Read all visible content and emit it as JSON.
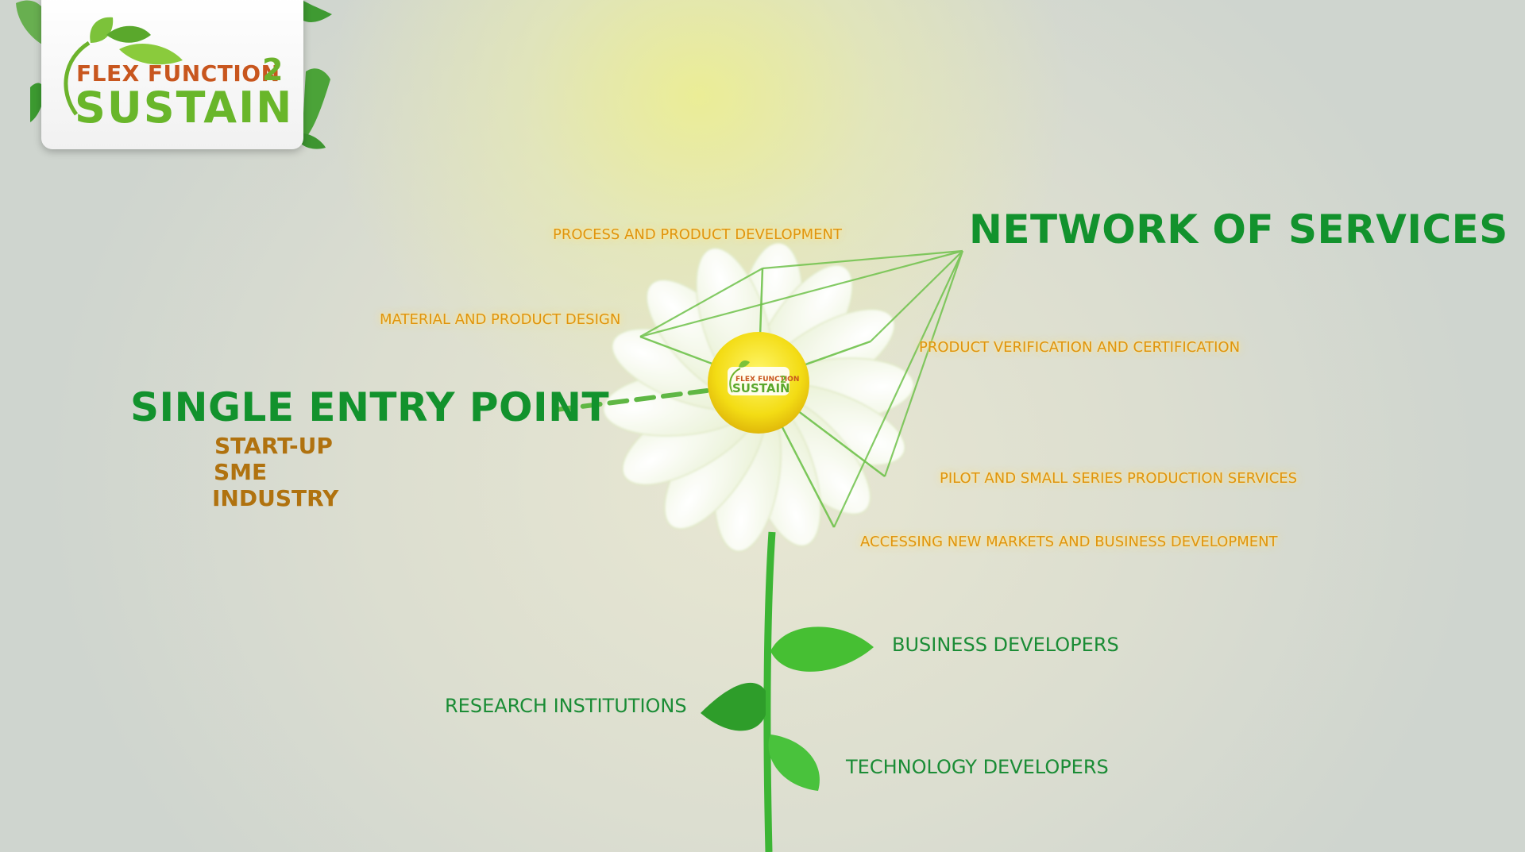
{
  "logo": {
    "line1": "FLEX FUNCTION",
    "number": "2",
    "line2": "SUSTAIN",
    "colors": {
      "orange": "#c8561e",
      "green": "#69b62a"
    }
  },
  "center_logo": {
    "line1": "FLEX FUNCTION",
    "number": "2",
    "line2": "SUSTAIN"
  },
  "headings": {
    "network": "NETWORK OF SERVICES",
    "entry": "SINGLE ENTRY POINT"
  },
  "segments": [
    "START-UP",
    "SME",
    "INDUSTRY"
  ],
  "services": [
    "PROCESS AND PRODUCT DEVELOPMENT",
    "MATERIAL AND PRODUCT DESIGN",
    "PRODUCT VERIFICATION AND CERTIFICATION",
    "PILOT AND SMALL SERIES PRODUCTION SERVICES",
    "ACCESSING NEW MARKETS AND BUSINESS DEVELOPMENT"
  ],
  "leaves": {
    "business": "BUSINESS DEVELOPERS",
    "research": "RESEARCH INSTITUTIONS",
    "technology": "TECHNOLOGY DEVELOPERS"
  },
  "colors": {
    "heading_green": "#12922d",
    "service_orange": "#e0940c",
    "segment_brown": "#b0720f",
    "stem_green": "#3cb534",
    "flower_center": "#f5e21b"
  }
}
